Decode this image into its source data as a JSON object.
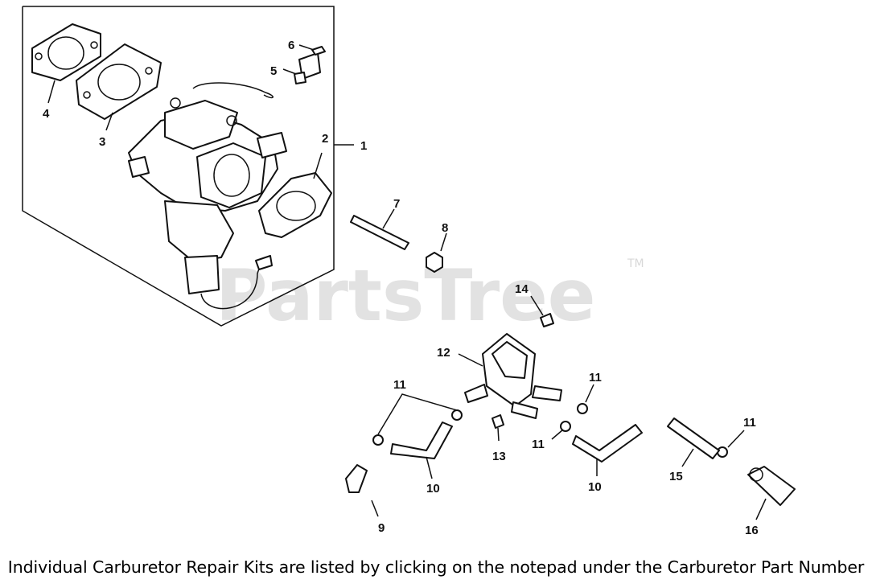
{
  "watermark": {
    "text": "PartsTree",
    "trademark": "TM"
  },
  "callouts": [
    {
      "id": "c1",
      "label": "1"
    },
    {
      "id": "c2",
      "label": "2"
    },
    {
      "id": "c3",
      "label": "3"
    },
    {
      "id": "c4",
      "label": "4"
    },
    {
      "id": "c5",
      "label": "5"
    },
    {
      "id": "c6",
      "label": "6"
    },
    {
      "id": "c7",
      "label": "7"
    },
    {
      "id": "c8",
      "label": "8"
    },
    {
      "id": "c9",
      "label": "9"
    },
    {
      "id": "c10a",
      "label": "10"
    },
    {
      "id": "c10b",
      "label": "10"
    },
    {
      "id": "c11a",
      "label": "11"
    },
    {
      "id": "c11b",
      "label": "11"
    },
    {
      "id": "c11c",
      "label": "11"
    },
    {
      "id": "c11d",
      "label": "11"
    },
    {
      "id": "c12",
      "label": "12"
    },
    {
      "id": "c13",
      "label": "13"
    },
    {
      "id": "c14",
      "label": "14"
    },
    {
      "id": "c15",
      "label": "15"
    },
    {
      "id": "c16",
      "label": "16"
    }
  ],
  "footer": {
    "text": "Individual Carburetor Repair Kits are listed by clicking on the notepad under the Carburetor Part Number"
  }
}
